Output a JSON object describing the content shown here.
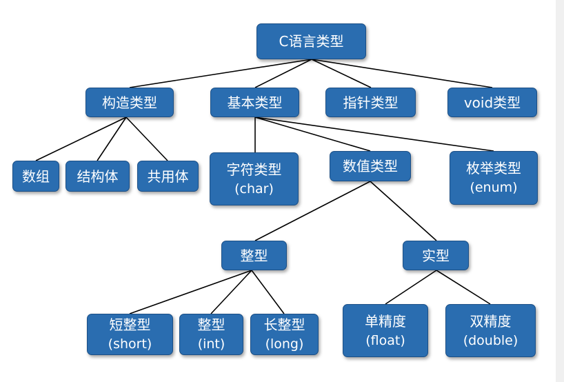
{
  "diagram": {
    "root": "C语言类型",
    "level1": {
      "structured": "构造类型",
      "basic": "基本类型",
      "pointer": "指针类型",
      "void": "void类型"
    },
    "structured_children": {
      "array": "数组",
      "struct": "结构体",
      "union": "共用体"
    },
    "basic_children": {
      "char": {
        "name": "字符类型",
        "keyword": "(char)"
      },
      "numeric": "数值类型",
      "enum": {
        "name": "枚举类型",
        "keyword": "(enum)"
      }
    },
    "numeric_children": {
      "integer": "整型",
      "real": "实型"
    },
    "integer_children": {
      "short": {
        "name": "短整型",
        "keyword": "(short)"
      },
      "int": {
        "name": "整型",
        "keyword": "(int)"
      },
      "long": {
        "name": "长整型",
        "keyword": "(long)"
      }
    },
    "real_children": {
      "float": {
        "name": "单精度",
        "keyword": "(float)"
      },
      "double": {
        "name": "双精度",
        "keyword": "(double)"
      }
    }
  }
}
